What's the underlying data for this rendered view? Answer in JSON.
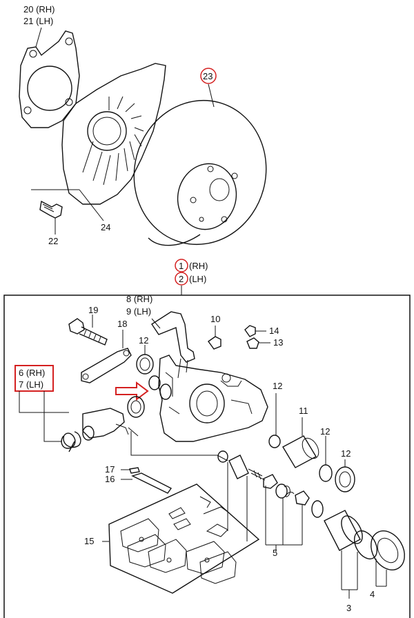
{
  "callouts": {
    "c20": "20 (RH)",
    "c21": "21 (LH)",
    "c23": "23",
    "c24": "24",
    "c22": "22",
    "c1": "1",
    "c1_side": "(RH)",
    "c2": "2",
    "c2_side": "(LH)",
    "c8": "8 (RH)",
    "c9": "9 (LH)",
    "c19": "19",
    "c18": "18",
    "c10": "10",
    "c14": "14",
    "c13": "13",
    "c12a": "12",
    "c6": "6 (RH)",
    "c7": "7 (LH)",
    "c12b": "12",
    "c11": "11",
    "c12c": "12",
    "c12d": "12",
    "c17": "17",
    "c16": "16",
    "c15": "15",
    "c5": "5",
    "c4": "4",
    "c3": "3"
  },
  "colors": {
    "line": "#111111",
    "highlight": "#d42020",
    "background": "#ffffff"
  },
  "icons": {
    "pointer": "red-arrow-right"
  }
}
